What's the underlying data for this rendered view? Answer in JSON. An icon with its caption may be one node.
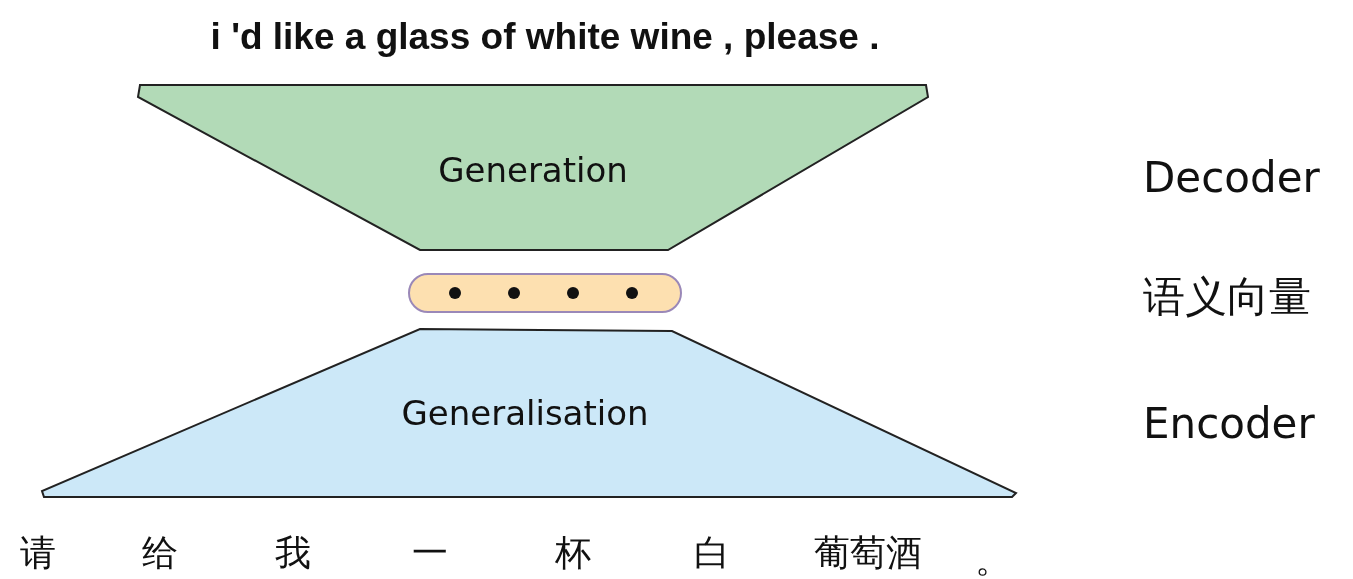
{
  "diagram": {
    "nodes": [
      {
        "text": [
          "Generation"
        ]
      },
      {
        "text": [],
        "shape": "bar"
      },
      {
        "text": [
          "Generalisation"
        ]
      }
    ],
    "labels": [
      "i 'd like a glass of white wine , please .",
      "Decoder",
      "语义向量",
      "Encoder",
      "请",
      "给",
      "我",
      "一",
      "杯",
      "白",
      "葡萄酒",
      "。"
    ]
  }
}
